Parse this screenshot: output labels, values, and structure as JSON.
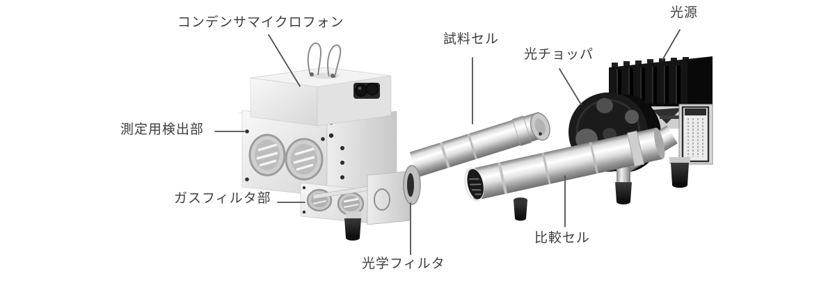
{
  "figure": {
    "background_color": "#ffffff",
    "label_text_color": "#3d3d3d",
    "leader_line_color": "#4f4f4f"
  },
  "labels": {
    "condenser_microphone": "コンデンサマイクロフォン",
    "sample_cell": "試料セル",
    "light_chopper": "光チョッパ",
    "light_source": "光源",
    "measurement_detector": "測定用検出部",
    "gas_filter_unit": "ガスフィルタ部",
    "optical_filter": "光学フィルタ",
    "reference_cell": "比較セル"
  }
}
